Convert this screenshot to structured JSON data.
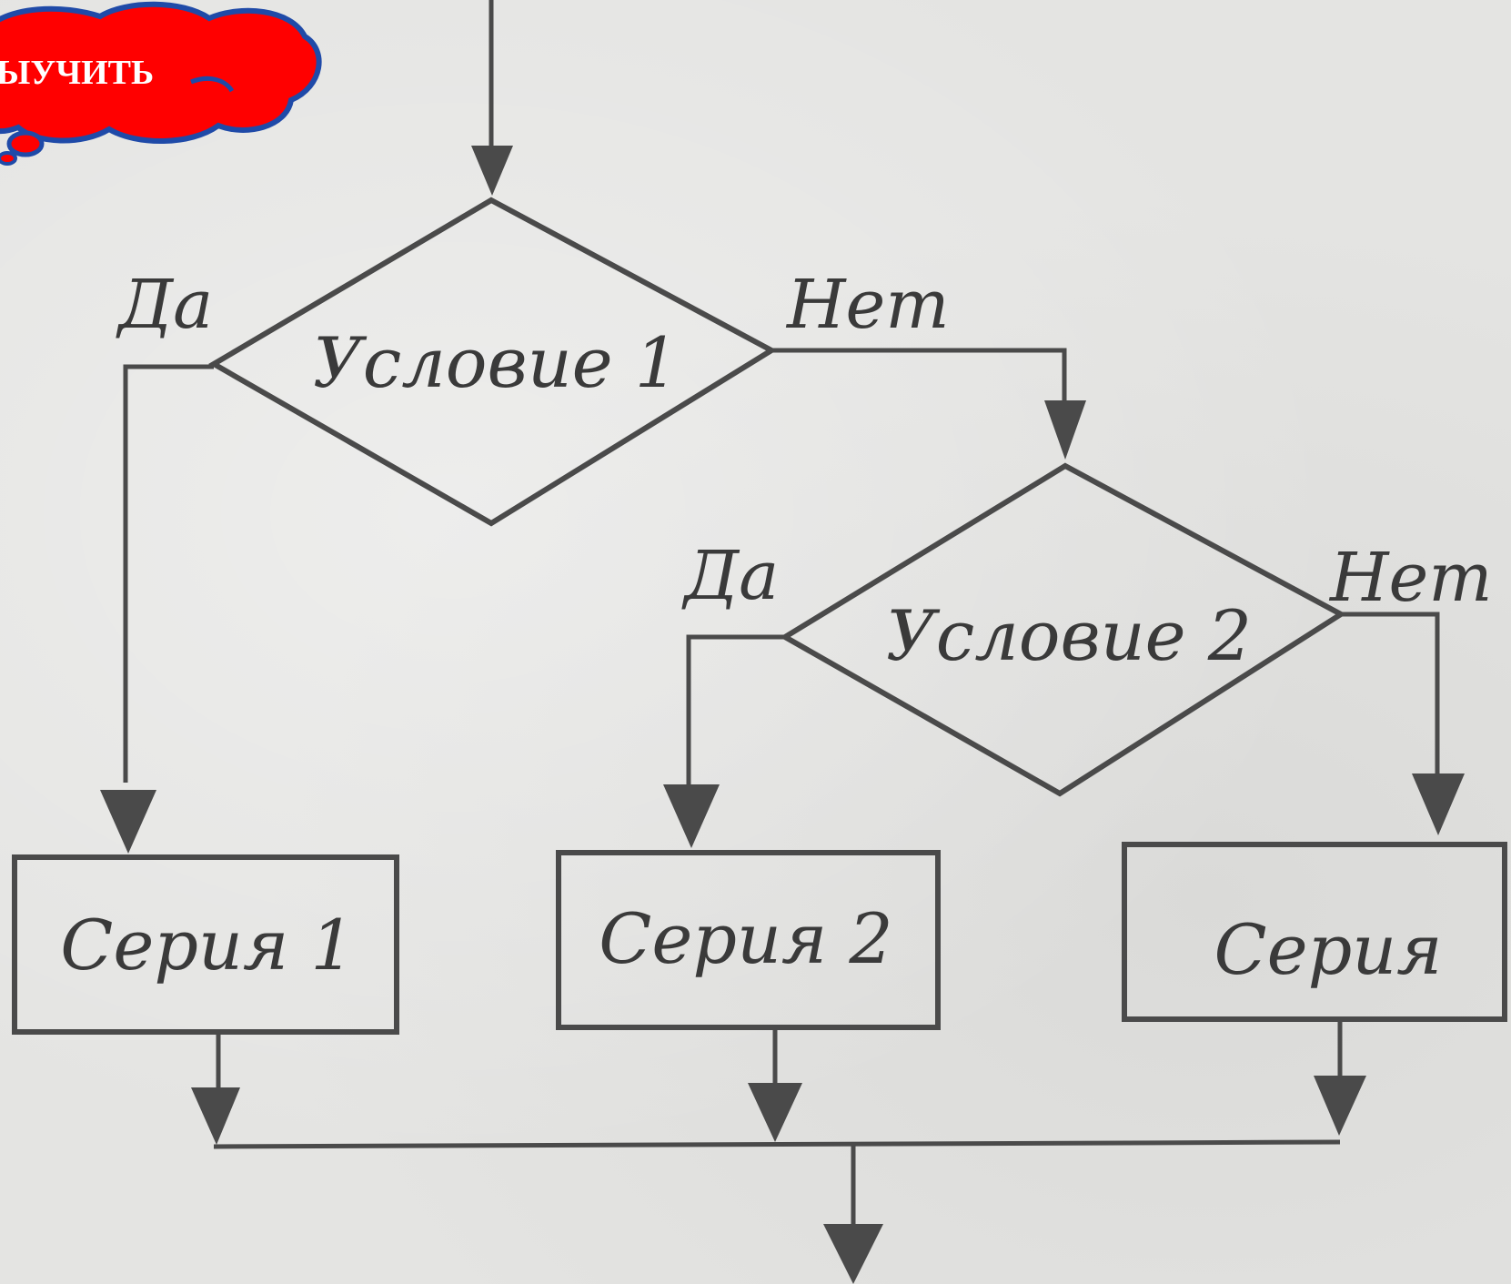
{
  "callout": {
    "text": "ЫУЧИТЬ",
    "fill_color": "#ff0000",
    "outline_color": "#1f4aa8"
  },
  "diagram": {
    "line_color": "#4a4a4a",
    "background_color": "#e4e4e2",
    "conditions": [
      {
        "id": "condition-1",
        "text": "Условие 1",
        "yes_label": "Да",
        "no_label": "Нет"
      },
      {
        "id": "condition-2",
        "text": "Условие 2",
        "yes_label": "Да",
        "no_label": "Нет"
      }
    ],
    "blocks": [
      {
        "id": "series-1",
        "text": "Серия 1"
      },
      {
        "id": "series-2",
        "text": "Серия 2"
      },
      {
        "id": "series-3",
        "text": "Серия"
      }
    ]
  }
}
